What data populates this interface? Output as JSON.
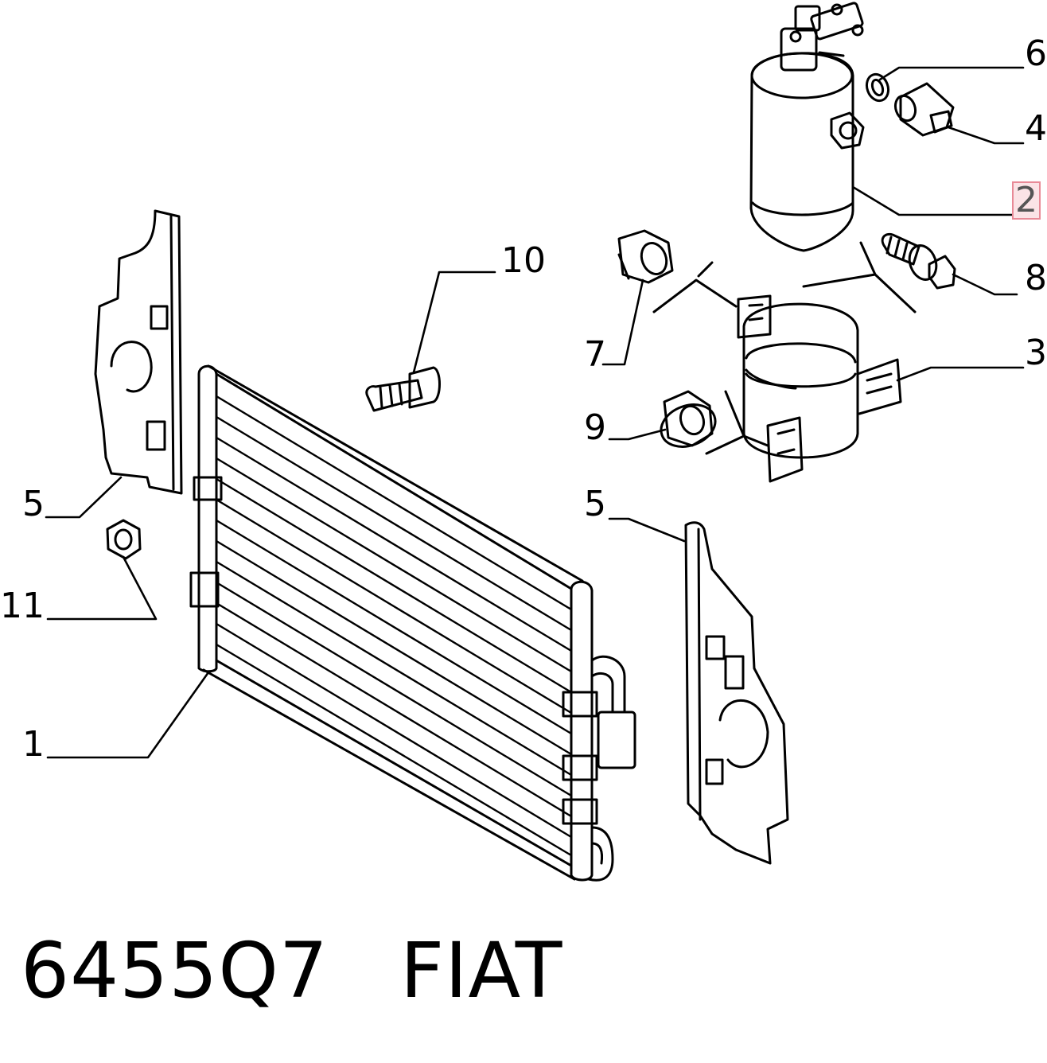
{
  "callouts": {
    "c6": "6",
    "c4": "4",
    "c2": "2",
    "c10": "10",
    "c8": "8",
    "c7": "7",
    "c3": "3",
    "c9": "9",
    "c5_left": "5",
    "c5_right": "5",
    "c11": "11",
    "c1": "1"
  },
  "highlighted_callout": "2",
  "caption": {
    "part_code": "6455Q7",
    "brand": "FIAT"
  },
  "colors": {
    "line": "#000000",
    "highlight_fill": "#fbe3e6",
    "highlight_border": "#e88a97"
  }
}
